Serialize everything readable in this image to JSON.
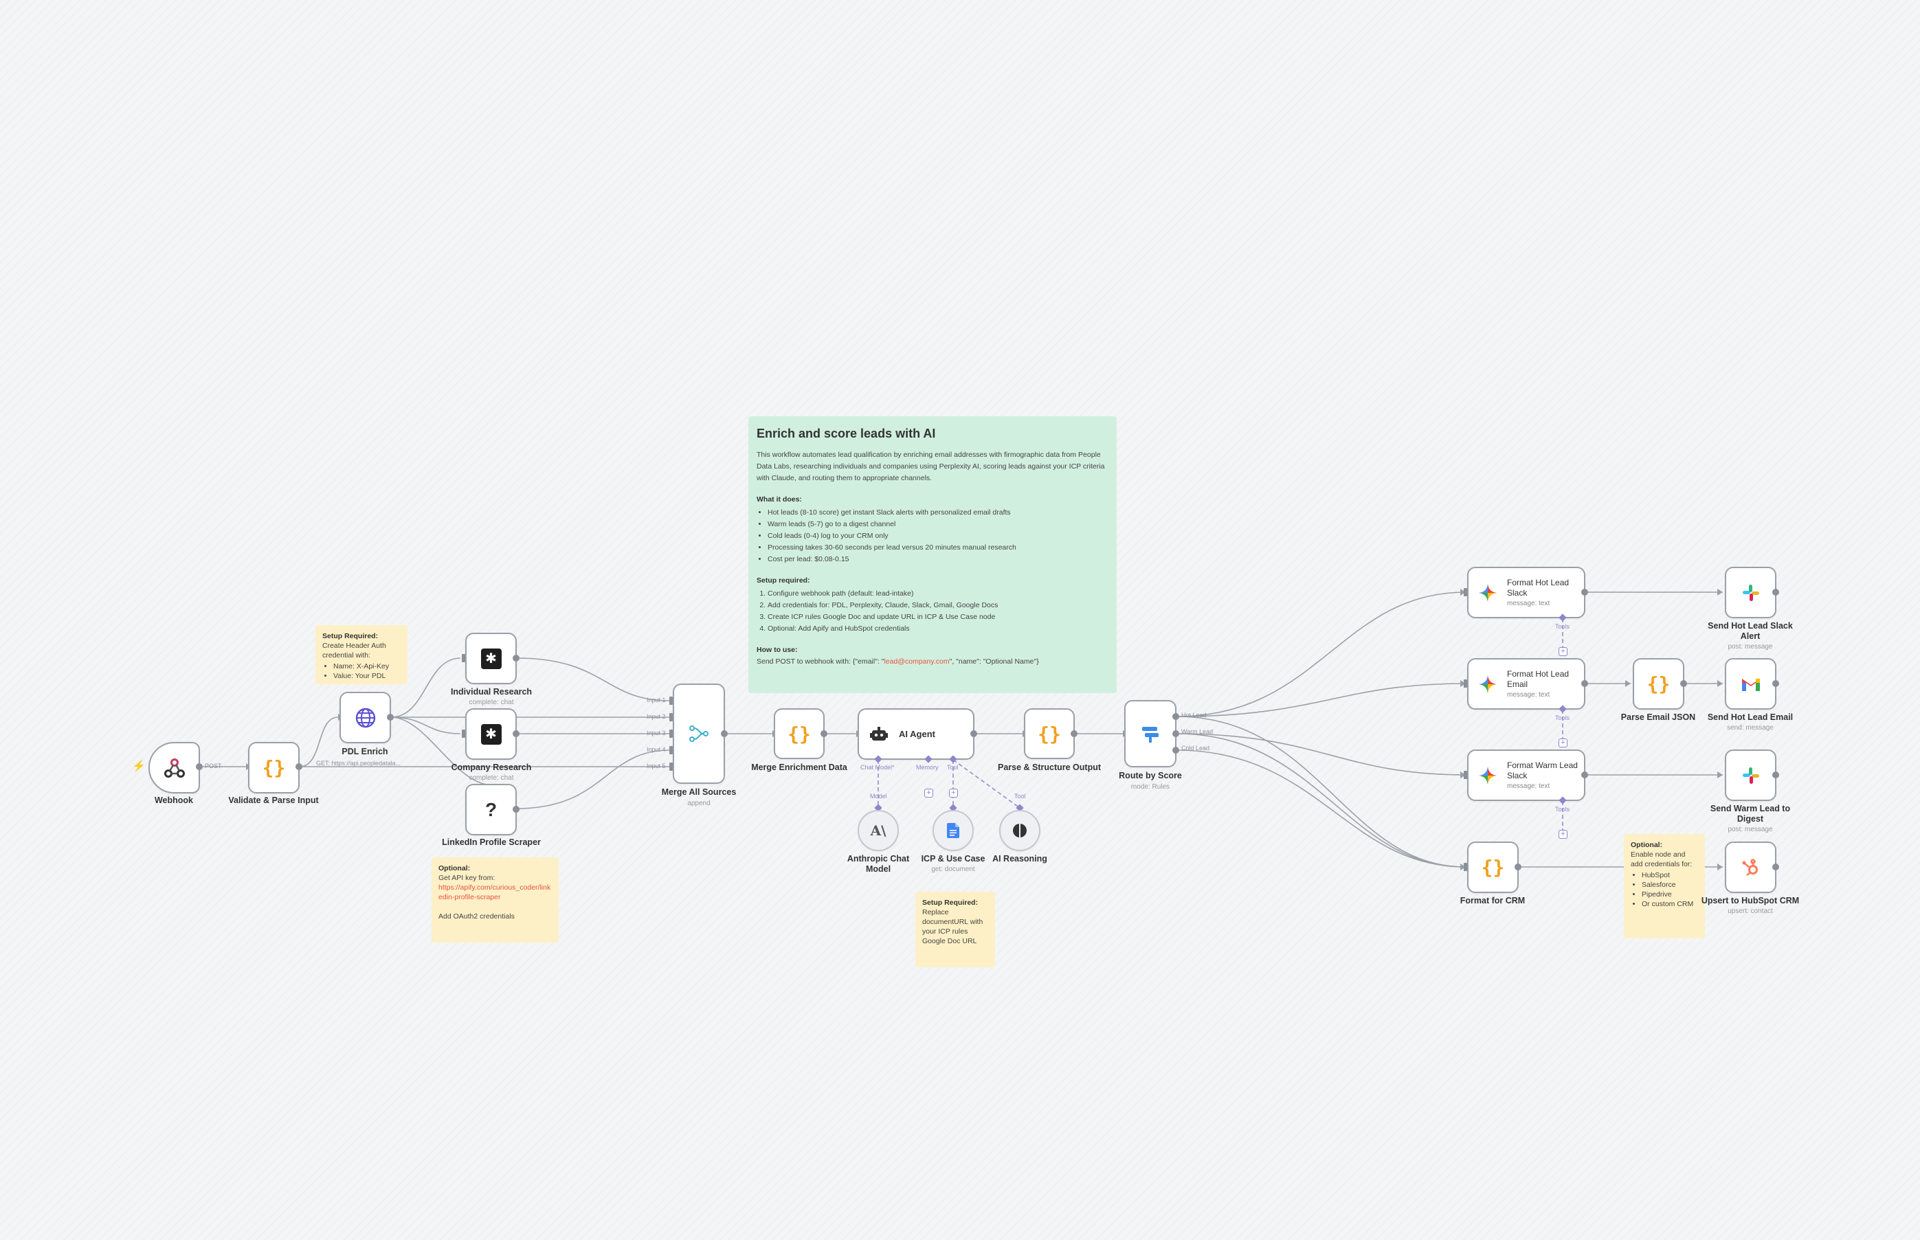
{
  "nodes": {
    "webhook": {
      "label": "Webhook",
      "edge_label": "POST"
    },
    "validate": {
      "label": "Validate & Parse Input"
    },
    "pdl": {
      "label": "PDL Enrich",
      "sub": "GET: https://api.peopledatala..."
    },
    "individual": {
      "label": "Individual Research",
      "sub": "complete: chat"
    },
    "company": {
      "label": "Company Research",
      "sub": "complete: chat"
    },
    "linkedin": {
      "label": "LinkedIn Profile Scraper",
      "icon_text": "?"
    },
    "merge_all": {
      "label": "Merge All Sources",
      "sub": "append",
      "inputs": [
        "Input 1",
        "Input 2",
        "Input 3",
        "Input 4",
        "Input 5"
      ]
    },
    "merge_enrich": {
      "label": "Merge Enrichment Data"
    },
    "ai_agent": {
      "label": "AI Agent",
      "ports": {
        "chat_model": "Chat Model*",
        "memory": "Memory",
        "tool": "Tool"
      }
    },
    "anthropic": {
      "label": "Anthropic Chat Model",
      "port_label": "Model"
    },
    "icp": {
      "label": "ICP & Use Case",
      "sub": "get: document"
    },
    "reasoning": {
      "label": "AI Reasoning",
      "port_label": "Tool"
    },
    "parse_struct": {
      "label": "Parse & Structure Output"
    },
    "route": {
      "label": "Route by Score",
      "sub": "mode: Rules",
      "outputs": [
        "Hot Lead",
        "Warm Lead",
        "Cold Lead"
      ]
    },
    "fmt_hot_slack": {
      "label": "Format Hot Lead Slack",
      "sub": "message: text",
      "tools_label": "Tools"
    },
    "fmt_hot_email": {
      "label": "Format Hot Lead Email",
      "sub": "message: text",
      "tools_label": "Tools"
    },
    "fmt_warm_slack": {
      "label": "Format Warm Lead Slack",
      "sub": "message: text",
      "tools_label": "Tools"
    },
    "fmt_crm": {
      "label": "Format for CRM"
    },
    "parse_email": {
      "label": "Parse Email JSON"
    },
    "slack_hot": {
      "label": "Send Hot Lead Slack Alert",
      "sub": "post: message"
    },
    "gmail_hot": {
      "label": "Send Hot Lead Email",
      "sub": "send: message"
    },
    "slack_warm": {
      "label": "Send Warm Lead to Digest",
      "sub": "post: message"
    },
    "hubspot": {
      "label": "Upsert to HubSpot CRM",
      "sub": "upsert: contact"
    }
  },
  "sticky_setup_pdl": {
    "title": "Setup Required:",
    "body": "Create Header Auth credential with:",
    "items": [
      "Name: X-Api-Key",
      "Value: Your PDL"
    ]
  },
  "sticky_optional_apify": {
    "title": "Optional:",
    "body": "Get API key from:",
    "link": "https://apify.com/curious_coder/linkedin-profile-scraper",
    "footer": "Add OAuth2 credentials"
  },
  "sticky_setup_icp": {
    "title": "Setup Required:",
    "body": "Replace documentURL with your ICP rules Google Doc URL"
  },
  "sticky_optional_crm": {
    "title": "Optional:",
    "body": "Enable node and add credentials for:",
    "items": [
      "HubSpot",
      "Salesforce",
      "Pipedrive",
      "Or custom CRM"
    ]
  },
  "sticky_main": {
    "title": "Enrich and score leads with AI",
    "intro": "This workflow automates lead qualification by enriching email addresses with firmographic data from People Data Labs, researching individuals and companies using Perplexity AI, scoring leads against your ICP criteria with Claude, and routing them to appropriate channels.",
    "what_heading": "What it does:",
    "what_items": [
      "Hot leads (8-10 score) get instant Slack alerts with personalized email drafts",
      "Warm leads (5-7) go to a digest channel",
      "Cold leads (0-4) log to your CRM only",
      "Processing takes 30-60 seconds per lead versus 20 minutes manual research",
      "Cost per lead: $0.08-0.15"
    ],
    "setup_heading": "Setup required:",
    "setup_items": [
      "Configure webhook path (default: lead-intake)",
      "Add credentials for: PDL, Perplexity, Claude, Slack, Gmail, Google Docs",
      "Create ICP rules Google Doc and update URL in ICP & Use Case node",
      "Optional: Add Apify and HubSpot credentials"
    ],
    "how_heading": "How to use:",
    "how_prefix": "Send POST to webhook with: {\"email\": \"",
    "how_email": "lead@company.com",
    "how_suffix": "\", \"name\": \"Optional Name\"}"
  },
  "colors": {
    "canvas": "#f4f5f7",
    "node_border": "#9aa0a8",
    "connection": "#9aa0a8",
    "ai_connection": "#8d86c9",
    "sticky_yellow": "#fdf0c6",
    "sticky_green": "#d1efdf",
    "code_brace": "#f0a020",
    "link": "#e8533f"
  }
}
